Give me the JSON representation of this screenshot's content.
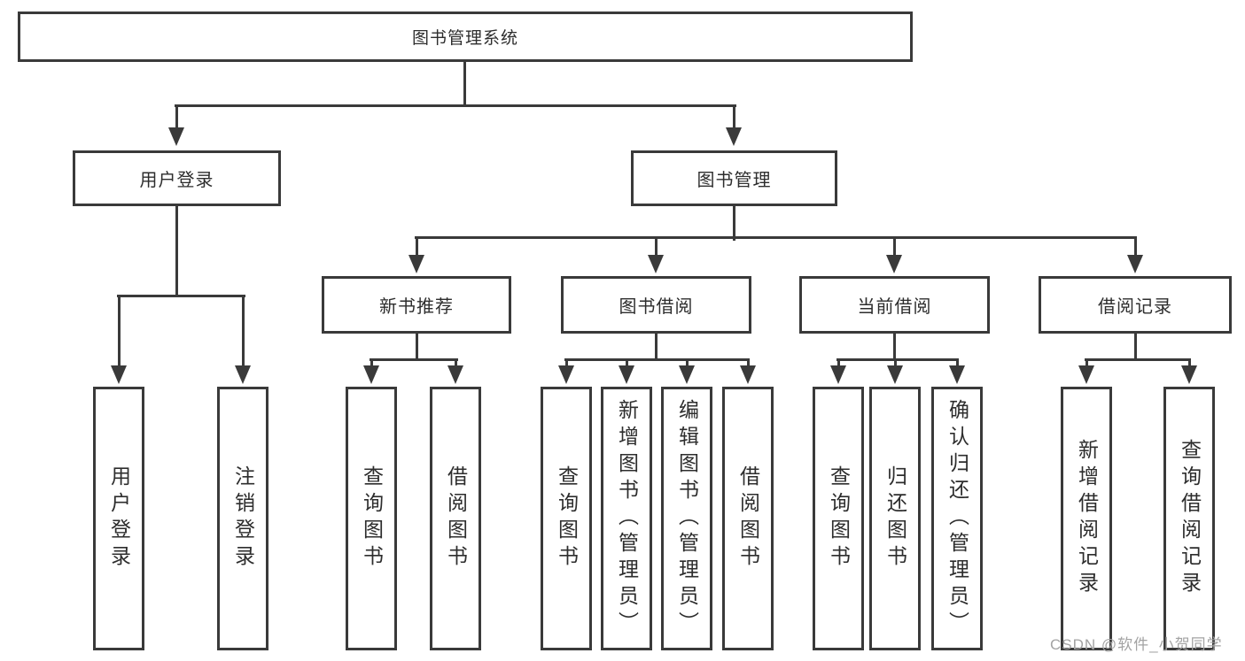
{
  "diagram": {
    "title": "图书管理系统",
    "level2": {
      "user_login": "用户登录",
      "book_mgmt": "图书管理"
    },
    "level3": {
      "new_books": "新书推荐",
      "book_borrow": "图书借阅",
      "current_borrow": "当前借阅",
      "borrow_records": "借阅记录"
    },
    "leaves": {
      "user": [
        "用户登录",
        "注销登录"
      ],
      "new_books": [
        "查询图书",
        "借阅图书"
      ],
      "book_borrow": [
        "查询图书",
        "新增图书（管理员）",
        "编辑图书（管理员）",
        "借阅图书"
      ],
      "current_borrow": [
        "查询图书",
        "归还图书",
        "确认归还（管理员）"
      ],
      "borrow_records": [
        "新增借阅记录",
        "查询借阅记录"
      ]
    },
    "watermark": "CSDN @软件_小贺同学",
    "colors": {
      "line": "#3a3a3a",
      "text": "#2d2d2d",
      "watermark": "#a3a3a3",
      "background": "#ffffff"
    }
  }
}
